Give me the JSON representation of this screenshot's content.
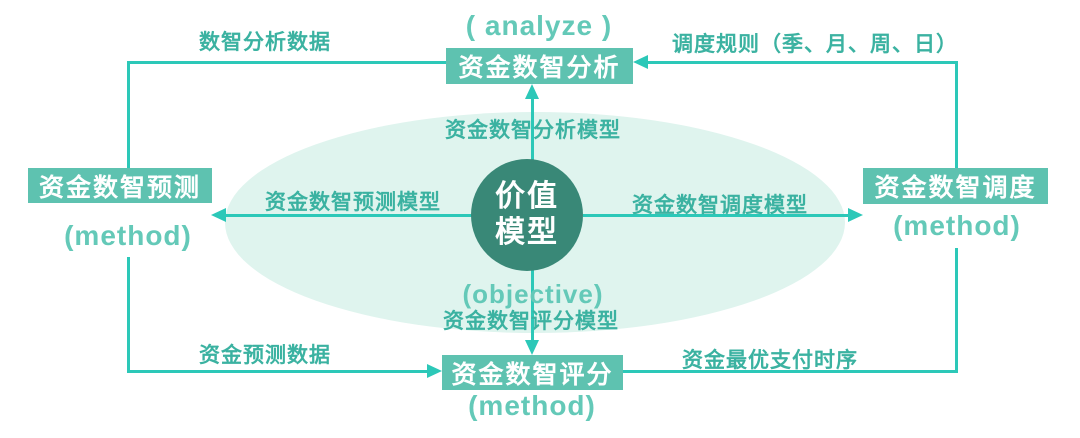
{
  "diagram": {
    "center": {
      "title_line1": "价值",
      "title_line2": "模型",
      "objective_tag": "(objective)"
    },
    "nodes": {
      "top": {
        "label": "资金数智分析",
        "tag": "( analyze )"
      },
      "left": {
        "label": "资金数智预测",
        "tag": "(method)"
      },
      "right": {
        "label": "资金数智调度",
        "tag": "(method)"
      },
      "bottom": {
        "label": "资金数智评分",
        "tag": "(method)"
      }
    },
    "edge_labels": {
      "analysis_model": "资金数智分析模型",
      "forecast_model": "资金数智预测模型",
      "dispatch_model": "资金数智调度模型",
      "scoring_model": "资金数智评分模型",
      "analysis_data": "数智分析数据",
      "dispatch_rules": "调度规则（季、月、周、日）",
      "forecast_data": "资金预测数据",
      "payment_sequence": "资金最优支付时序"
    },
    "colors": {
      "line": "#2cc8b8",
      "node_bg": "#5ec2b0",
      "node_text": "#ffffff",
      "circle_bg": "#398877",
      "edge_label_text": "#3bb2a1",
      "tag_text": "#64c9b8",
      "ellipse_bg": "#dff4ee"
    }
  }
}
